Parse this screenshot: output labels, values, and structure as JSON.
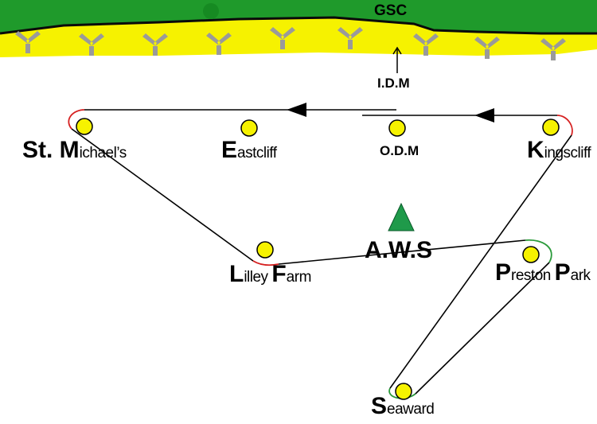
{
  "coast": {
    "label": "GSC",
    "land_color": "#1f9a2b",
    "beach_color": "#f6f200",
    "shoreline_color": "#0a0a0a",
    "groyne_color": "#9a9a9a",
    "groyne_icon": "tri-spoke-groyne-icon"
  },
  "markers": {
    "idm": "I.D.M",
    "odm": "O.D.M",
    "aws": "A.W.S",
    "aws_color": "#1f9a4a",
    "buoy_color": "#f6f200"
  },
  "buoys": [
    {
      "id": "st-michaels",
      "initial": "St. M",
      "rest": "ichael’s"
    },
    {
      "id": "eastcliff",
      "initial": "E",
      "rest": "astcliff"
    },
    {
      "id": "kingscliff",
      "initial": "K",
      "rest": "ingscliff"
    },
    {
      "id": "lilley-farm",
      "initial1": "L",
      "rest1": "illey ",
      "initial2": "F",
      "rest2": "arm"
    },
    {
      "id": "preston-park",
      "initial1": "P",
      "rest1": "reston ",
      "initial2": "P",
      "rest2": "ark"
    },
    {
      "id": "seaward",
      "initial": "S",
      "rest": "eaward"
    }
  ],
  "course": {
    "line_color": "#000000",
    "rounding_port_color": "#d62020",
    "rounding_starboard_color": "#2a9a3a"
  }
}
